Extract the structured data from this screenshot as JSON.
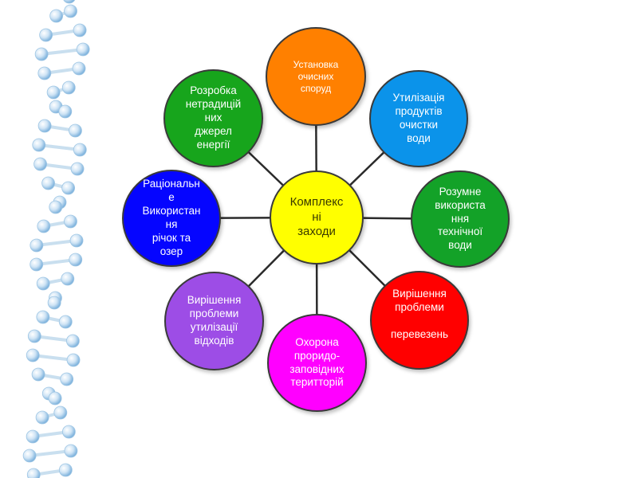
{
  "center": {
    "label": "Комплекс\nні\nзаходи",
    "color": "#ffff00"
  },
  "nodes": [
    {
      "id": "treatment",
      "label": "Установка\nочисних\nспоруд",
      "color": "#ff8000"
    },
    {
      "id": "utilization",
      "label": "Утилізація\nпродуктів\nочистки\nводи",
      "color": "#0b93ea"
    },
    {
      "id": "technical-water",
      "label": "Розумне\nвикориста\nння\nтехнічної\nводи",
      "color": "#13a228"
    },
    {
      "id": "transport",
      "label": "Вирішення\nпроблеми\n\nперевезень",
      "color": "#ff0000"
    },
    {
      "id": "protected-areas",
      "label": "Охорона\nпроридо-\nзаповідних\nтерит­торій",
      "color": "#ff00ff"
    },
    {
      "id": "waste",
      "label": "Вирішення\nпроблеми\nутилізації\nвідходів",
      "color": "#9d4de6"
    },
    {
      "id": "rivers",
      "label": "Раціональн\nе\nВикористан\nня\nрічок та\nозер",
      "color": "#0505ff"
    },
    {
      "id": "energy",
      "label": "Розробка\nнетрадицій\nних\nджерел\nенергії",
      "color": "#17a51c"
    }
  ],
  "colors": {
    "connector": "#2b2b2b",
    "dna": "#7fb3dd"
  }
}
